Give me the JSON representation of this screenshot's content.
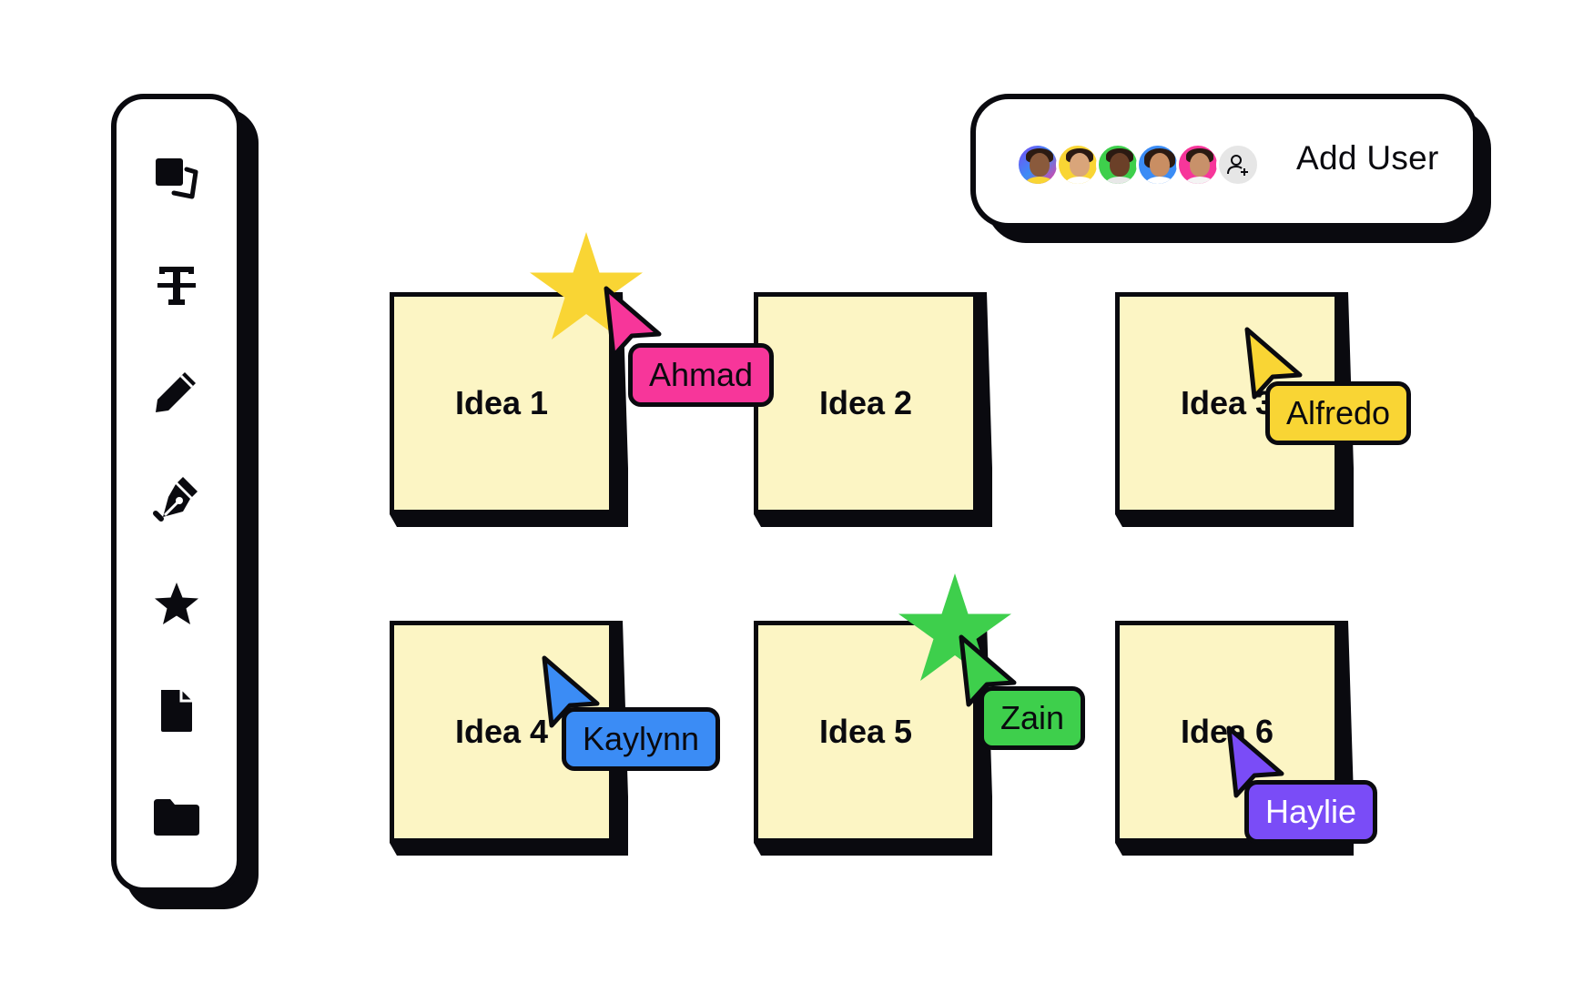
{
  "toolbar": {
    "tools": [
      {
        "name": "shapes-icon"
      },
      {
        "name": "text-icon"
      },
      {
        "name": "pencil-icon"
      },
      {
        "name": "pen-nib-icon"
      },
      {
        "name": "star-icon"
      },
      {
        "name": "document-icon"
      },
      {
        "name": "folder-icon"
      }
    ]
  },
  "userbar": {
    "add_user_label": "Add User",
    "avatars": [
      "avatar-1",
      "avatar-2",
      "avatar-3",
      "avatar-4",
      "avatar-5"
    ]
  },
  "notes": [
    {
      "label": "Idea 1"
    },
    {
      "label": "Idea 2"
    },
    {
      "label": "Idea 3"
    },
    {
      "label": "Idea 4"
    },
    {
      "label": "Idea 5"
    },
    {
      "label": "Idea 6"
    }
  ],
  "collaborators": [
    {
      "name": "Ahmad",
      "color": "#f7369a",
      "text_color": "#0a0a0f"
    },
    {
      "name": "Alfredo",
      "color": "#f9d534",
      "text_color": "#0a0a0f"
    },
    {
      "name": "Kaylynn",
      "color": "#3b8cf5",
      "text_color": "#0a0a0f"
    },
    {
      "name": "Zain",
      "color": "#3ecf4c",
      "text_color": "#0a0a0f"
    },
    {
      "name": "Haylie",
      "color": "#7a4cf7",
      "text_color": "#ffffff"
    }
  ],
  "colors": {
    "note_fill": "#fcf5c4",
    "outline": "#0a0a0f",
    "star_yellow": "#f9d534",
    "star_green": "#3ecf4c"
  }
}
